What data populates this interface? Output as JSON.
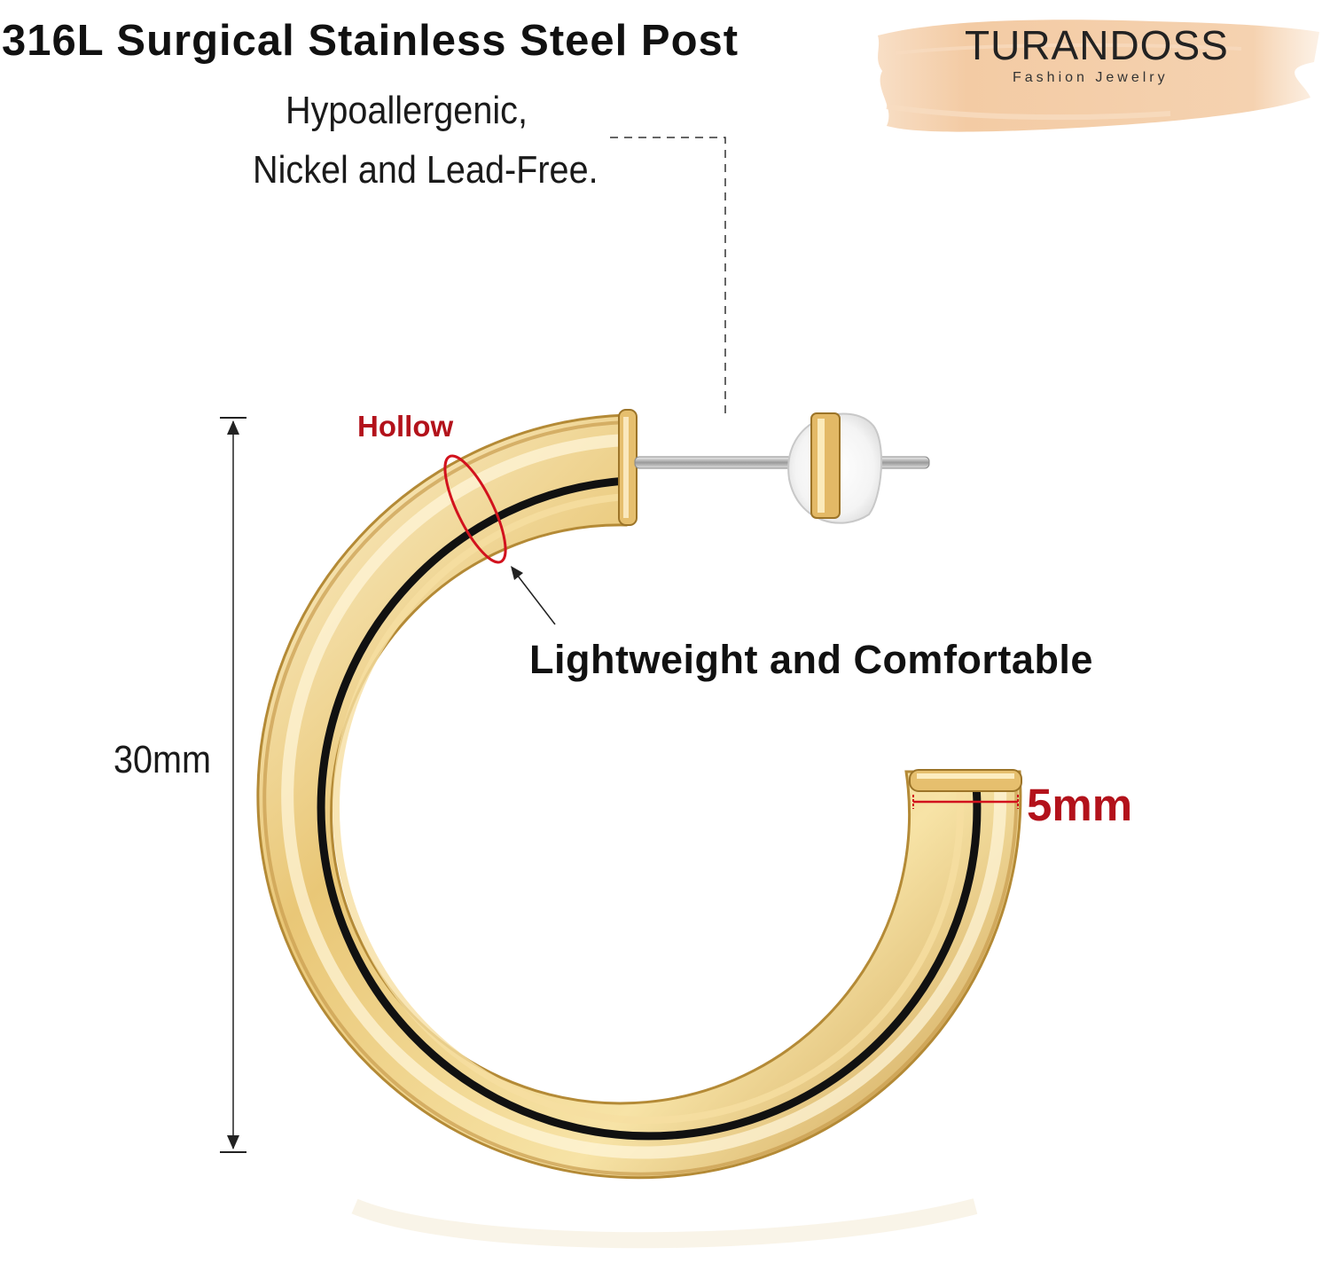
{
  "headline": "316L Surgical Stainless Steel Post",
  "post_features": [
    "Hypoallergenic,",
    "Nickel and Lead-Free."
  ],
  "brand": {
    "name": "TURANDOSS",
    "tagline": "Fashion Jewelry"
  },
  "callouts": {
    "hollow": "Hollow",
    "comfort": "Lightweight and Comfortable",
    "height": "30mm",
    "thickness": "5mm"
  },
  "colors": {
    "gold": "#e8c26a",
    "gold_light": "#fbf0cf",
    "gold_dark": "#b48a36",
    "accent_red": "#b3121b",
    "brush": "#f1c9a2"
  }
}
